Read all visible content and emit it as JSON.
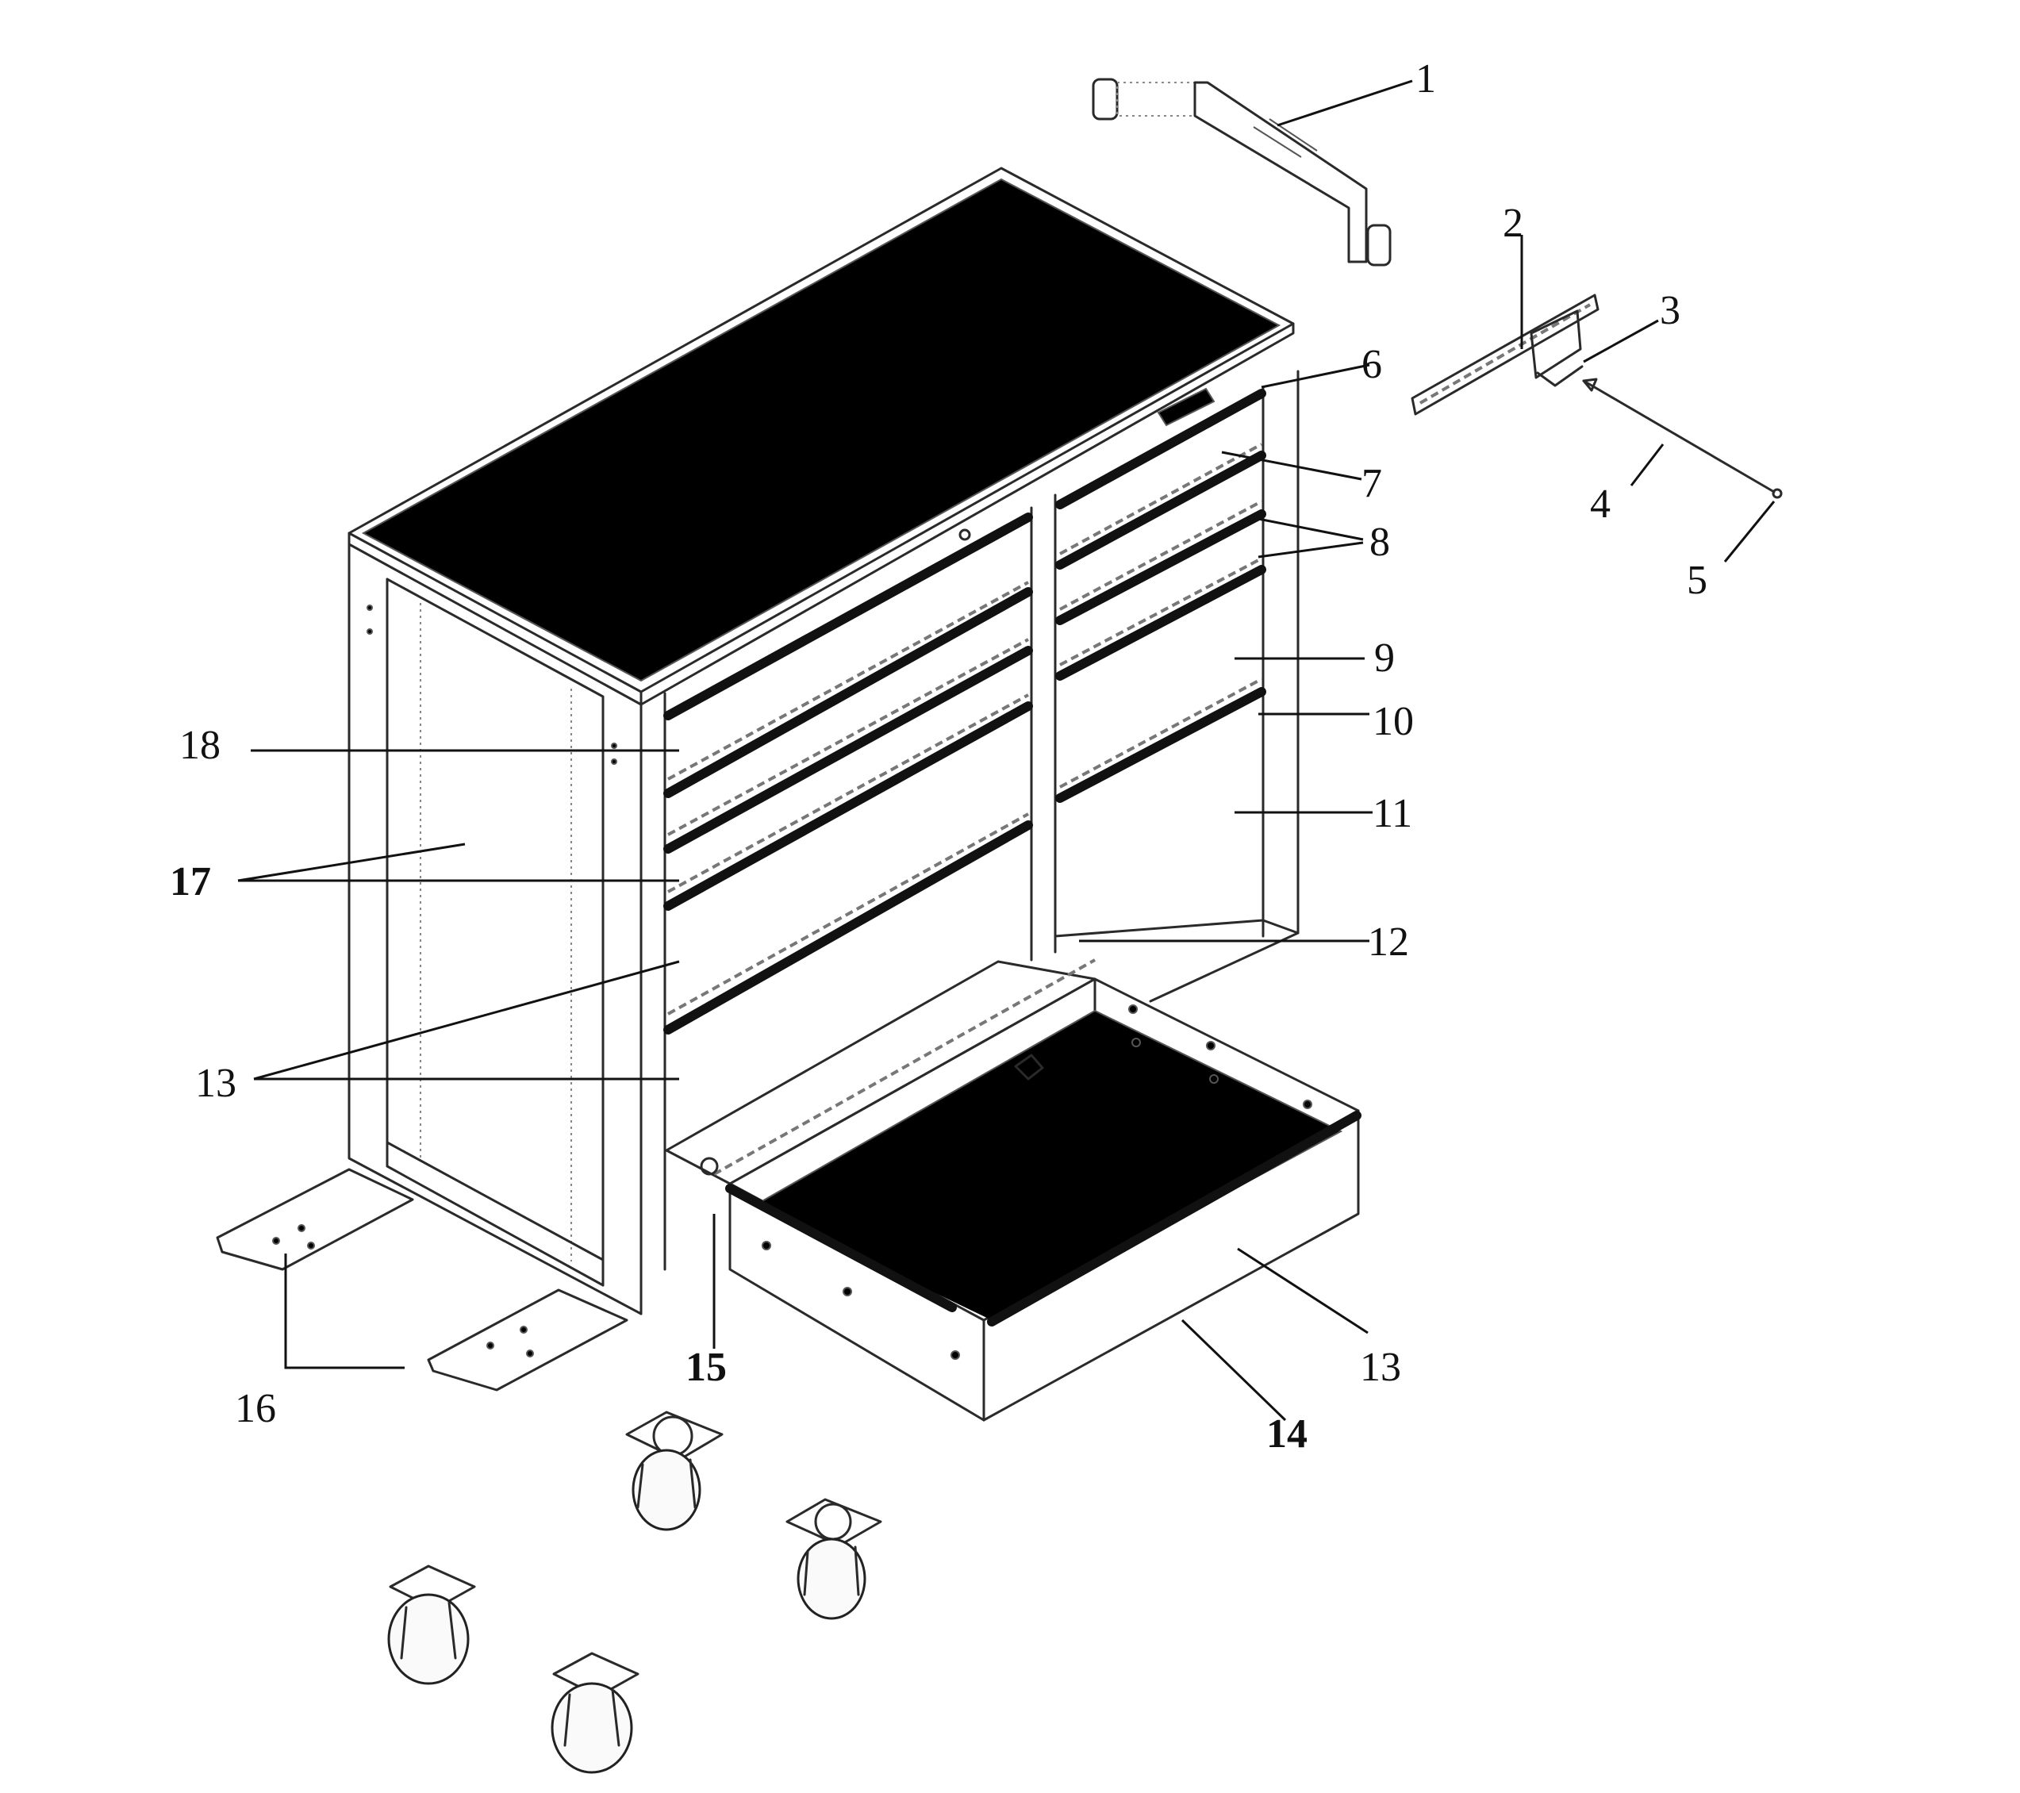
{
  "labels": {
    "l1": "1",
    "l2": "2",
    "l3": "3",
    "l4": "4",
    "l5": "5",
    "l6": "6",
    "l7": "7",
    "l8": "8",
    "l9": "9",
    "l10": "10",
    "l11": "11",
    "l12": "12",
    "l13a": "13",
    "l13b": "13",
    "l14": "14",
    "l15": "15",
    "l16": "16",
    "l17": "17",
    "l18": "18"
  }
}
